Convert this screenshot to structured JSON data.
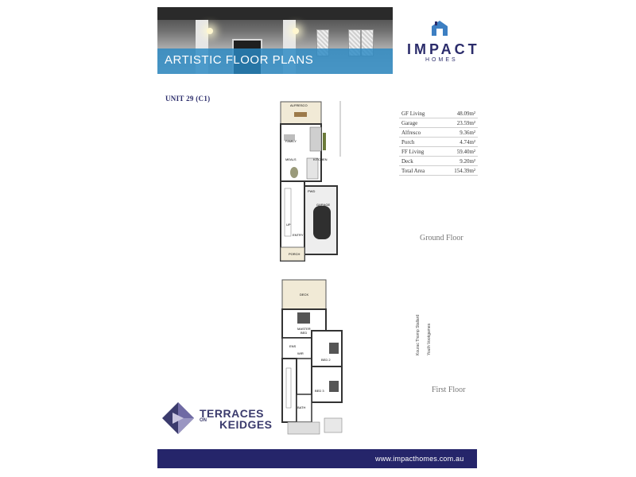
{
  "header": {
    "title": "ARTISTIC FLOOR PLANS"
  },
  "logo": {
    "word": "IMPACT",
    "sub": "HOMES"
  },
  "unit": {
    "title": "UNIT 29 (C1)"
  },
  "areas": [
    {
      "label": "GF Living",
      "value": "48.09m²"
    },
    {
      "label": "Garage",
      "value": "23.59m²"
    },
    {
      "label": "Alfresco",
      "value": "9.36m²"
    },
    {
      "label": "Porch",
      "value": "4.74m²"
    },
    {
      "label": "FF Living",
      "value": "59.40m²"
    },
    {
      "label": "Deck",
      "value": "9.20m²"
    },
    {
      "label": "Total Area",
      "value": "154.39m²"
    }
  ],
  "ground_floor": {
    "label": "Ground Floor",
    "rooms": {
      "alfresco": "ALFRESCO",
      "family": "FAMILY",
      "meals": "MEALS",
      "kitchen": "KITCHEN",
      "pwd": "PWD",
      "garage": "GARAGE",
      "entry": "ENTRY",
      "porch": "PORCH",
      "up": "UP"
    }
  },
  "first_floor": {
    "label": "First Floor",
    "rooms": {
      "deck": "DECK",
      "master": "MASTER",
      "bed": "BED",
      "ens": "ENS",
      "wir": "WIR",
      "bed2": "BED 2",
      "bed3": "BED 3",
      "bath": "BATH"
    }
  },
  "side_labels": {
    "left": "Kourac Thomp Stallard",
    "right": "Youth Vookgames"
  },
  "brand": {
    "line1": "TERRACES",
    "on": "ON",
    "line2": "KEIDGES"
  },
  "footer": {
    "url": "www.impacthomes.com.au"
  },
  "colors": {
    "navy": "#25256a",
    "banner_blue": "#2989c3",
    "brand_purple": "#3b3b6d"
  }
}
